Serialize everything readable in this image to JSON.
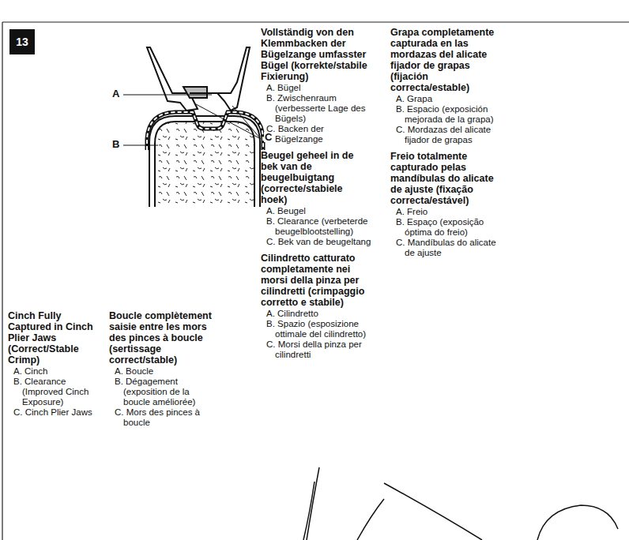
{
  "diagram": {
    "nodes": [
      {
        "text": [
          "13"
        ]
      }
    ],
    "labels": [
      "A",
      "B",
      "C",
      "Cinch Fully Captured in Cinch Plier Jaws (Correct/Stable Crimp)",
      "A. Cinch",
      "B. Clearance (Improved Cinch Exposure)",
      "C. Cinch Plier Jaws",
      "Boucle complètement saisie entre les mors des pinces à boucle (sertissage correct/stable)",
      "A. Boucle",
      "B. Dégagement (exposition de la boucle améliorée)",
      "C. Mors des pinces à boucle",
      "Vollständig von den Klemmbacken der Bügelzange umfasster Bügel (korrekte/stabile Fixierung)",
      "A. Bügel",
      "B. Zwischenraum (verbesserte Lage des Bügels)",
      "C. Backen der Bügelzange",
      "Beugel geheel in de bek van de beugelbuigtang (correcte/stabiele hoek)",
      "A. Beugel",
      "B. Clearance (verbeterde beugelblootstelling)",
      "C. Bek van de beugeltang",
      "Cilindretto catturato completamente nei morsi della pinza per cilindretti (crimpaggio corretto e stabile)",
      "A. Cilindretto",
      "B. Spazio (esposizione ottimale del cilindretto)",
      "C. Morsi della pinza per cilindretti",
      "Grapa completamente capturada en las mordazas del alicate fijador de grapas (fijación correcta/estable)",
      "A. Grapa",
      "B. Espacio (exposición mejorada de la grapa)",
      "C. Mordazas del alicate fijador de grapas",
      "Freio totalmente capturado pelas mandíbulas do alicate de ajuste (fixação correcta/estável)",
      "A. Freio",
      "B. Espaço (exposição óptima do freio)",
      "C. Mandíbulas do alicate de ajuste"
    ]
  }
}
